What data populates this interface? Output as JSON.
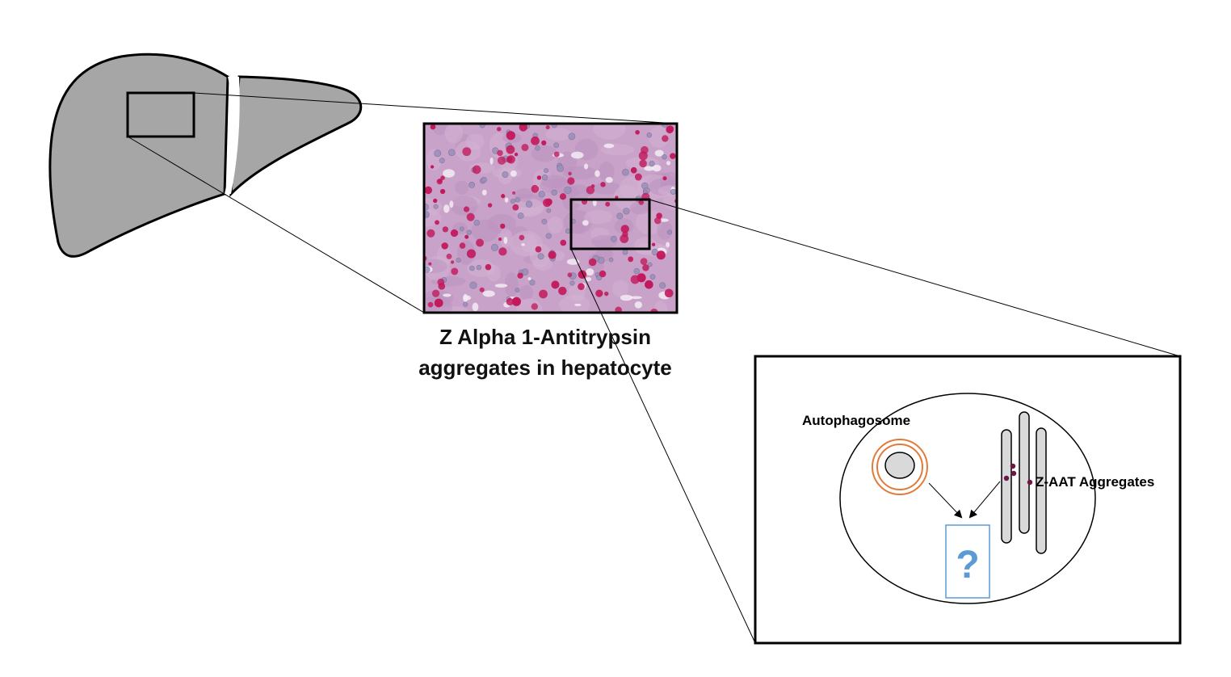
{
  "caption": {
    "line1": "Z Alpha 1-Antitrypsin",
    "line2": "aggregates in hepatocyte"
  },
  "cell_labels": {
    "autophagosome": "Autophagosome",
    "aggregates": "Z-AAT Aggregates",
    "unknown": "?"
  },
  "colors": {
    "liver_fill": "#a6a6a6",
    "tissue_base": "#c8a2c8",
    "aggregate_stain": "#c2185b",
    "autophagosome_ring": "#e07b39",
    "er_fill": "#d9d9d9",
    "aggregate_dot": "#6b1747",
    "question_color": "#5b9bd5"
  }
}
